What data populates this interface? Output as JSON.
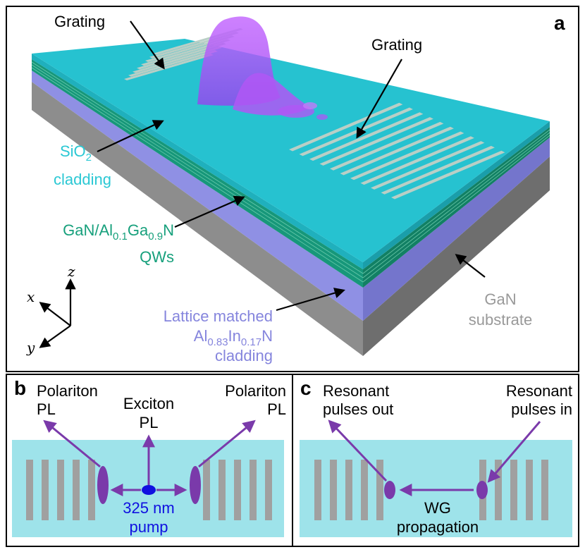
{
  "panel_a": {
    "letter": "a",
    "grating_left": "Grating",
    "grating_right": "Grating",
    "sio2": {
      "line1_main": "SiO",
      "line1_sub": "2",
      "line2": "cladding"
    },
    "qws": {
      "line1_a": "GaN/Al",
      "sub1": "0.1",
      "line1_b": "Ga",
      "sub2": "0.9",
      "line1_c": "N",
      "line2": "QWs"
    },
    "lattice": {
      "line1": "Lattice matched",
      "line2_a": "Al",
      "sub1": "0.83",
      "line2_b": "In",
      "sub2": "0.17",
      "line2_c": "N",
      "line3": "cladding"
    },
    "gan": {
      "line1": "GaN",
      "line2": "substrate"
    },
    "axes": {
      "x": "x",
      "y": "y",
      "z": "z"
    }
  },
  "panel_b": {
    "letter": "b",
    "left_label": [
      "Polariton",
      "PL"
    ],
    "center_label": [
      "Exciton",
      "PL"
    ],
    "right_label": [
      "Polariton",
      "PL"
    ],
    "pump_label": [
      "325 nm",
      "pump"
    ]
  },
  "panel_c": {
    "letter": "c",
    "left_label": [
      "Resonant",
      "pulses out"
    ],
    "right_label": [
      "Resonant",
      "pulses in"
    ],
    "bottom_label": [
      "WG",
      "propagation"
    ]
  },
  "colors": {
    "sio2": "#26c2d0",
    "qw": "#1a9e78",
    "lattice": "#8888e0",
    "gan": "#8a8a8a",
    "purple": "#7a3aaa",
    "pump": "#1010e0",
    "waveguide": "#9ee3ea",
    "grating_bar": "#a0a0a0"
  }
}
